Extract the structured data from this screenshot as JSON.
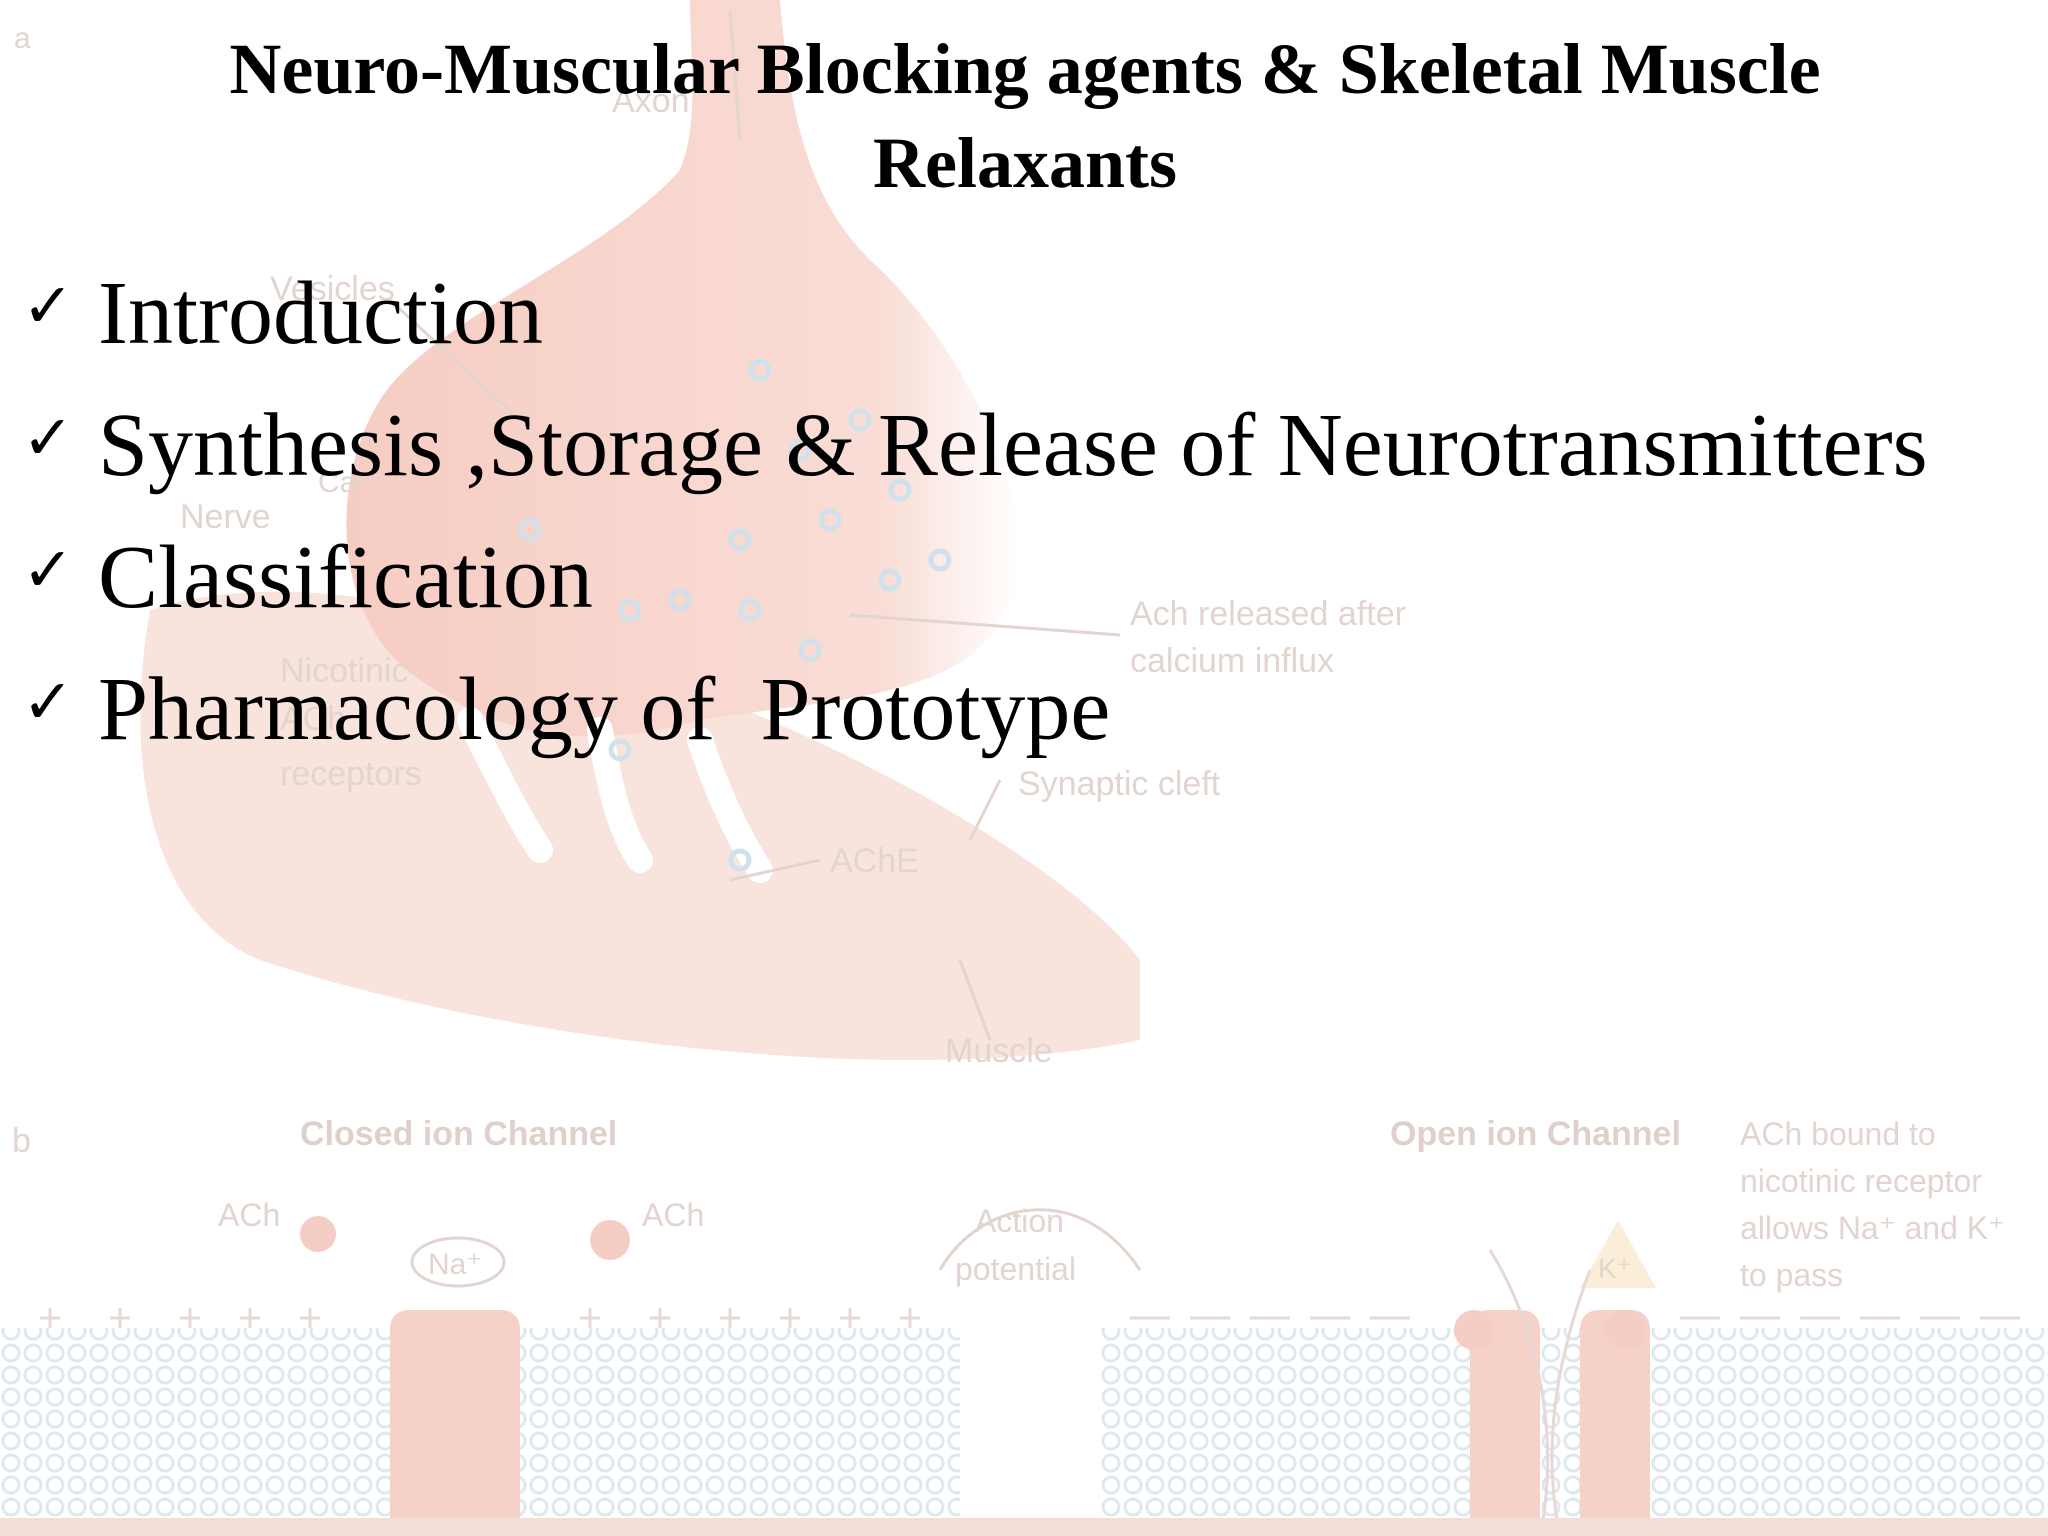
{
  "slide": {
    "title": "Neuro-Muscular Blocking agents & Skeletal Muscle Relaxants",
    "bullet_glyph": "✓",
    "bullets": [
      "Introduction",
      "Synthesis ,Storage & Release of Neurotransmitters",
      "Classification",
      "Pharmacology of  Prototype"
    ]
  },
  "background_figure": {
    "panel_a_letter": "a",
    "panel_b_letter": "b",
    "labels": {
      "axon": "Axon",
      "vesicles": "Vesicles",
      "calcium": "Ca²⁺",
      "nerve": "Nerve",
      "nicotinic_line1": "Nicotinic",
      "nicotinic_line2": "ACh",
      "nicotinic_line3": "receptors",
      "ach_released_line1": "Ach released after",
      "ach_released_line2": "calcium influx",
      "synaptic_cleft": "Synaptic cleft",
      "ache": "AChE",
      "muscle": "Muscle",
      "closed_channel": "Closed ion Channel",
      "open_channel": "Open ion Channel",
      "ach_left": "ACh",
      "ach_right": "ACh",
      "sodium": "Na⁺",
      "action_potential_line1": "Action",
      "action_potential_line2": "potential",
      "potassium": "K⁺",
      "ach_bound_line1": "ACh bound to",
      "ach_bound_line2": "nicotinic receptor",
      "ach_bound_line3": "allows Na⁺ and K⁺",
      "ach_bound_line4": "to pass"
    },
    "colors": {
      "nerve_terminal": "#f6cfc6",
      "muscle": "#f9e2dc",
      "membrane": "#e6eef3",
      "label": "#e2d4cf"
    }
  }
}
